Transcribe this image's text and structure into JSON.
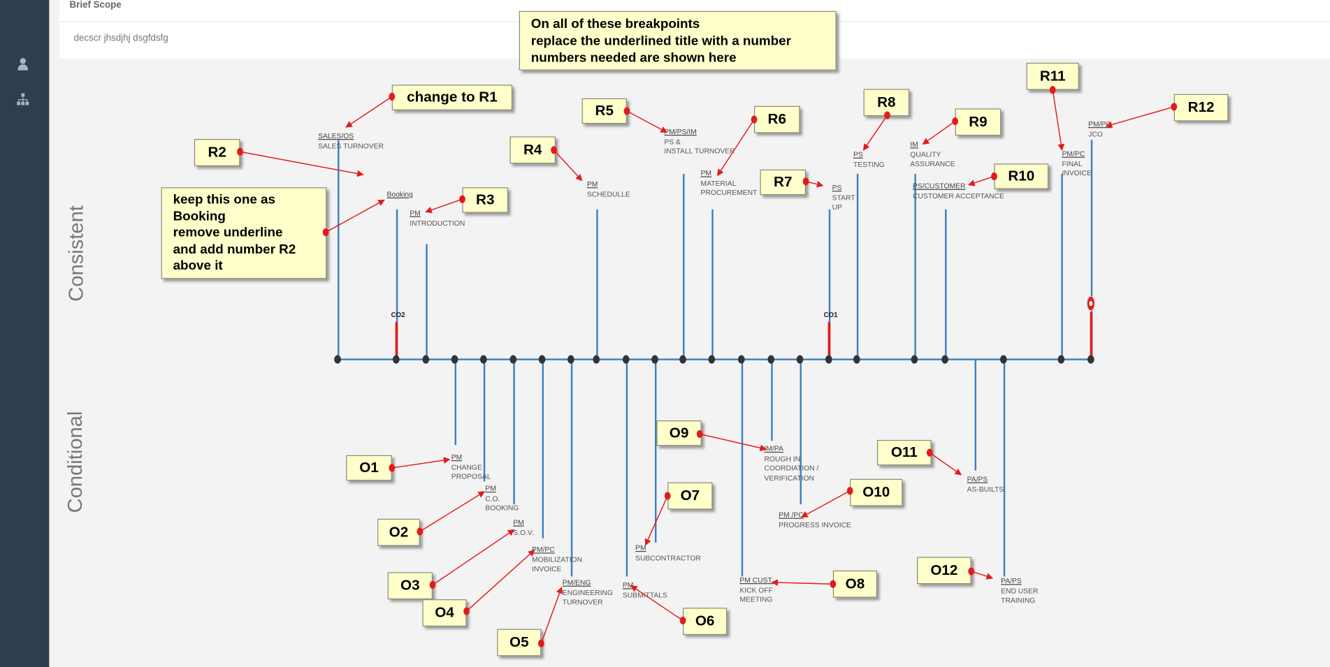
{
  "card": {
    "title": "Brief Scope",
    "description": "decscr jhsdjhj dsgfdsfg"
  },
  "sidebar": [
    {
      "icon": "user-icon"
    },
    {
      "icon": "sitemap-icon"
    }
  ],
  "sections": {
    "consistent": "Consistent",
    "conditional": "Conditional"
  },
  "markers": {
    "co2": "CO2",
    "co1": "CO1"
  },
  "consistent": [
    {
      "role": "SALES/OS",
      "title": "SALES TURNOVER"
    },
    {
      "role": "Booking",
      "title": ""
    },
    {
      "role": "PM",
      "title": "INTRODUCTION"
    },
    {
      "role": "PM",
      "title": "SCHEDULLE"
    },
    {
      "role": "PM/PS/IM",
      "title": "PS &\nINSTALL TURNOVER"
    },
    {
      "role": "PM",
      "title": "MATERIAL\nPROCUREMENT"
    },
    {
      "role": "PS",
      "title": "START\nUP"
    },
    {
      "role": "PS",
      "title": "TESTING"
    },
    {
      "role": "IM",
      "title": "QUALITY\nASSURANCE"
    },
    {
      "role": "PS/CUSTOMER",
      "title": "CUSTOMER ACCEPTANCE"
    },
    {
      "role": "PM/PC",
      "title": "FINAL\nINVOICE"
    },
    {
      "role": "PM/PC",
      "title": "JCO"
    }
  ],
  "conditional": [
    {
      "role": "PM",
      "title": "CHANGE\nPROPOSAL"
    },
    {
      "role": "PM",
      "title": "C.O.\nBOOKING"
    },
    {
      "role": "PM",
      "title": "S.O.V."
    },
    {
      "role": "PM/PC",
      "title": "MOBILIZATION\nINVOICE"
    },
    {
      "role": "PM/ENG",
      "title": "ENGINEERING\nTURNOVER"
    },
    {
      "role": "PM",
      "title": "SUBMITTALS"
    },
    {
      "role": "PM",
      "title": "SUBCONTRACTOR"
    },
    {
      "role": "PM CUST.",
      "title": "KICK OFF\nMEETING"
    },
    {
      "role": "IM/PA",
      "title": "ROUGH IN\nCOORDIATION /\nVERIFICATION"
    },
    {
      "role": "PM /PC",
      "title": "PROGRESS INVOICE"
    },
    {
      "role": "PA/PS",
      "title": "AS-BUILTS"
    },
    {
      "role": "PA/PS",
      "title": "END USER\nTRAINING"
    }
  ],
  "annotations": {
    "main_note": "On all of these breakpoints\nreplace the underlined title with a number\nnumbers needed are shown here",
    "r1_note": "change to R1",
    "booking_note": "keep this one as\nBooking\nremove underline\nand add number R2\nabove it",
    "r": [
      "R2",
      "R3",
      "R4",
      "R5",
      "R6",
      "R7",
      "R8",
      "R9",
      "R10",
      "R11",
      "R12"
    ],
    "o": [
      "O1",
      "O2",
      "O3",
      "O4",
      "O5",
      "O6",
      "O7",
      "O8",
      "O9",
      "O10",
      "O11",
      "O12"
    ]
  },
  "colors": {
    "sidebar": "#2f3e4e",
    "timeline": "#3d7fc0",
    "marker": "#e41b1b",
    "note_bg": "#ffffcc"
  }
}
